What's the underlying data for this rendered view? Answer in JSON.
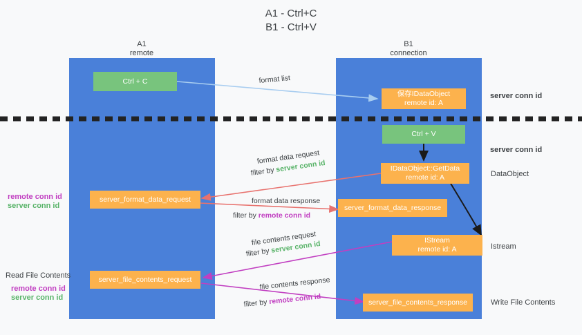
{
  "title": {
    "line1": "A1 - Ctrl+C",
    "line2": "B1 - Ctrl+V"
  },
  "columns": [
    {
      "name": "A1",
      "sub": "remote"
    },
    {
      "name": "B1",
      "sub": "connection"
    }
  ],
  "boxes": {
    "ctrl_c": "Ctrl + C",
    "ctrl_v": "Ctrl + V",
    "save_dataobject_l1": "保存IDataObject",
    "save_dataobject_l2": "remote id: A",
    "getdata_l1": "IDataObject::GetData",
    "getdata_l2": "remote id: A",
    "istream_l1": "IStream",
    "istream_l2": "remote id: A",
    "server_format_data_request": "server_format_data_request",
    "server_format_data_response": "server_format_data_response",
    "server_file_contents_request": "server_file_contents_request",
    "server_file_contents_response": "server_file_contents_response"
  },
  "edge_labels": {
    "format_list": "format list",
    "format_data_request": "format data request",
    "filter_by_server_conn_id_1_prefix": "filter by ",
    "filter_by_server_conn_id_1_value": "server conn id",
    "format_data_response": "format data response",
    "filter_by_remote_conn_id_1_prefix": "filter by ",
    "filter_by_remote_conn_id_1_value": "remote conn id",
    "file_contents_request": "file contents request",
    "filter_by_server_conn_id_2_prefix": "filter by ",
    "filter_by_server_conn_id_2_value": "server conn id",
    "file_contents_response": "file contents response",
    "filter_by_remote_conn_id_2_prefix": "filter by ",
    "filter_by_remote_conn_id_2_value": "remote conn id"
  },
  "left_labels": {
    "remote_conn_id_1": "remote conn id",
    "server_conn_id_1": "server conn id",
    "read_file_contents": "Read File Contents",
    "remote_conn_id_2": "remote conn id",
    "server_conn_id_2": "server conn id"
  },
  "right_labels": {
    "server_conn_id_top": "server conn id",
    "server_conn_id_mid": "server conn id",
    "dataobject": "DataObject",
    "istream": "Istream",
    "write_file_contents": "Write File Contents"
  },
  "colors": {
    "column_blue": "#4a80d9",
    "box_green": "#78c47d",
    "box_orange": "#fcb24d",
    "accent_green": "#58b368",
    "accent_purple": "#c13fc1",
    "arrow_light_blue": "#a8cdf0",
    "arrow_red": "#e8726e",
    "arrow_magenta": "#c13fc1",
    "arrow_black": "#1a1a1a",
    "background": "#f8f9fa"
  }
}
